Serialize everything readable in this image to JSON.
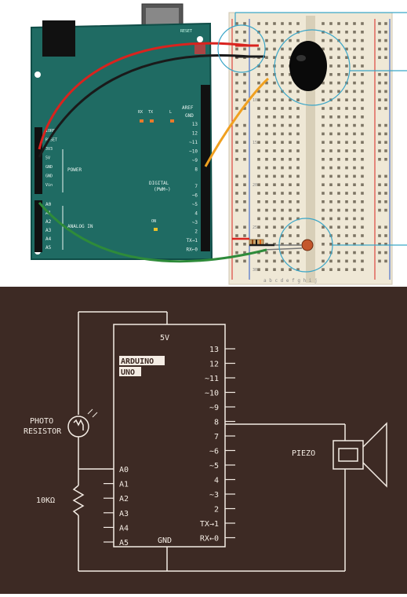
{
  "board": {
    "reset_label": "RESET",
    "led_labels": [
      "RX",
      "TX",
      "L"
    ],
    "aref": "AREF",
    "gnd": "GND",
    "digital_pins": [
      "13",
      "12",
      "~11",
      "~10",
      "~9",
      "8",
      "7",
      "~6",
      "~5",
      "4",
      "~3",
      "2",
      "TX→1",
      "RX←0"
    ],
    "digital_label": [
      "DIGITAL",
      "(PWM~)"
    ],
    "power_pins": [
      "IOREF",
      "RESET",
      "3V3",
      "5V",
      "GND",
      "GND",
      "Vin"
    ],
    "power_label": "POWER",
    "analog_pins": [
      "A0",
      "A1",
      "A2",
      "A3",
      "A4",
      "A5"
    ],
    "analog_label": "ANALOG IN",
    "on_label": "ON"
  },
  "breadboard": {
    "row_numbers": [
      "5",
      "10",
      "15",
      "20",
      "25",
      "30"
    ],
    "columns": "a b c d e f g h i j"
  },
  "schematic": {
    "arduino_label_1": "ARDUINO",
    "arduino_label_2": "UNO",
    "top_pin": "5V",
    "bottom_pin": "GND",
    "digital_pins": [
      "13",
      "12",
      "~11",
      "~10",
      "~9",
      "8",
      "7",
      "~6",
      "~5",
      "4",
      "~3",
      "2",
      "TX→1",
      "RX←0"
    ],
    "analog_pins": [
      "A0",
      "A1",
      "A2",
      "A3",
      "A4",
      "A5"
    ],
    "photo_label_1": "PHOTO",
    "photo_label_2": "RESISTOR",
    "resistor_label": "10KΩ",
    "piezo_label": "PIEZO"
  },
  "colors": {
    "board": "#1f6b63",
    "board_edge": "#0f4d47",
    "breadboard": "#efe8d6",
    "schematic_bg": "#3d2a24",
    "schematic_line": "#f4ece4",
    "wire_red": "#d9231e",
    "wire_black": "#1a1a1a",
    "wire_orange": "#f0a020",
    "wire_green": "#2e8b3a",
    "callout": "#3aa6c8"
  }
}
